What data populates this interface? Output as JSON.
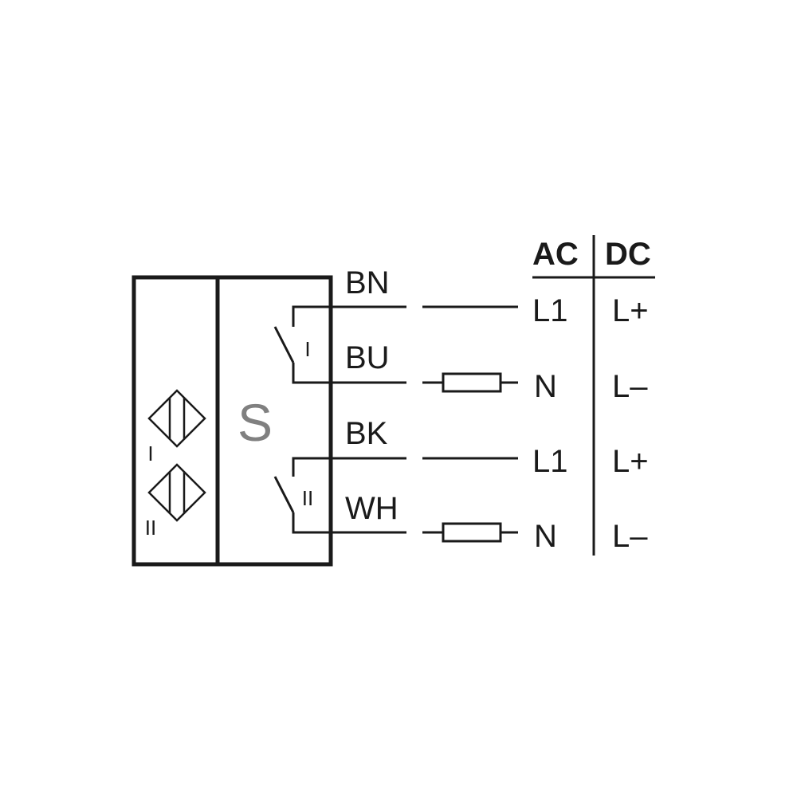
{
  "sensor": {
    "function_letter": "S",
    "channel_1": "I",
    "channel_2": "II"
  },
  "wires": {
    "brown": "BN",
    "blue": "BU",
    "black": "BK",
    "white": "WH"
  },
  "supply": {
    "ac_header": "AC",
    "dc_header": "DC",
    "rows": [
      {
        "ac": "L1",
        "dc": "L+"
      },
      {
        "ac": "N",
        "dc": "L–"
      },
      {
        "ac": "L1",
        "dc": "L+"
      },
      {
        "ac": "N",
        "dc": "L–"
      }
    ]
  },
  "colors": {
    "line": "#1a1a1a",
    "function_letter": "#808080",
    "background": "#ffffff"
  }
}
